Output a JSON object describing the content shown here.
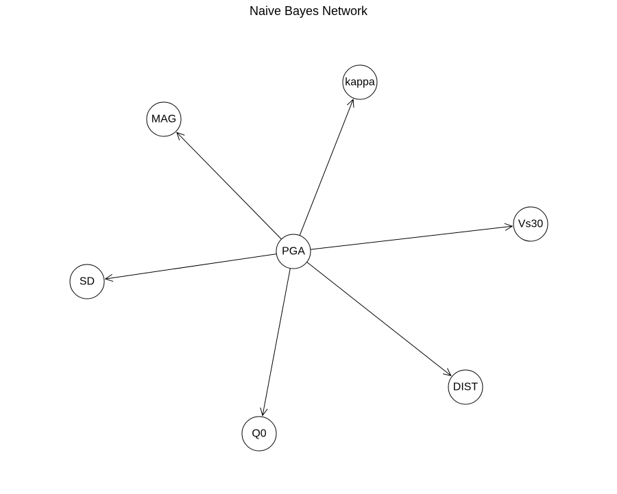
{
  "title": "Naive Bayes Network",
  "colors": {
    "stroke": "#000000",
    "background": "#ffffff",
    "node_fill": "#ffffff"
  },
  "nodes": [
    {
      "id": "PGA",
      "label": "PGA"
    },
    {
      "id": "kappa",
      "label": "kappa"
    },
    {
      "id": "MAG",
      "label": "MAG"
    },
    {
      "id": "Vs30",
      "label": "Vs30"
    },
    {
      "id": "SD",
      "label": "SD"
    },
    {
      "id": "DIST",
      "label": "DIST"
    },
    {
      "id": "Q0",
      "label": "Q0"
    }
  ],
  "edges": [
    {
      "from": "PGA",
      "to": "kappa"
    },
    {
      "from": "PGA",
      "to": "MAG"
    },
    {
      "from": "PGA",
      "to": "Vs30"
    },
    {
      "from": "PGA",
      "to": "SD"
    },
    {
      "from": "PGA",
      "to": "DIST"
    },
    {
      "from": "PGA",
      "to": "Q0"
    }
  ]
}
